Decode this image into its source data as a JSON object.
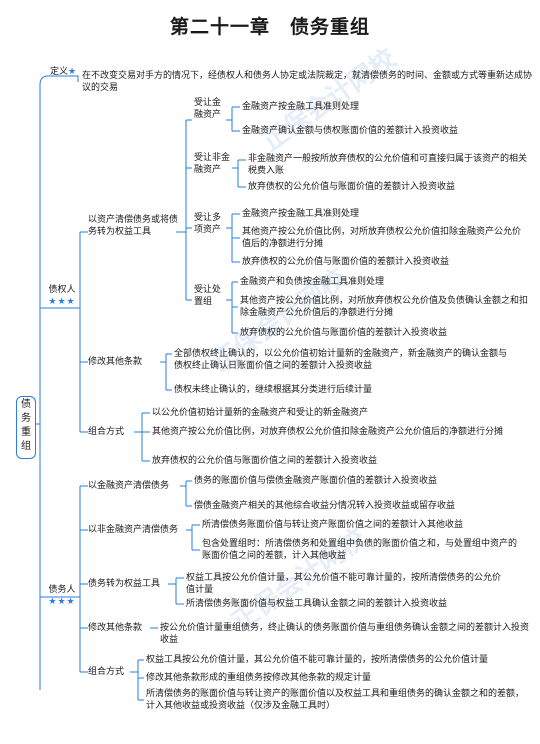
{
  "title": "第二十一章　债务重组",
  "root_label": "债务重组",
  "definition": {
    "label": "定义",
    "stars": "★",
    "text": "在不改变交易对手方的情况下，经债权人和债务人协定或法院裁定，就清偿债务的时间、金额或方式等重新达成协议的交易"
  },
  "creditor": {
    "label": "债权人",
    "stars": "★★★",
    "branches": [
      {
        "label": "以资产清偿债务或将债务转为权益工具",
        "subs": [
          {
            "label": "受让金融资产",
            "items": [
              "金融资产按金融工具准则处理",
              "金融资产确认金额与债权账面价值的差额计入投资收益"
            ]
          },
          {
            "label": "受让非金融资产",
            "items": [
              "非金融资产一般按所放弃债权的公允价值和可直接归属于该资产的相关税费入账",
              "放弃债权的公允价值与账面价值的差额计入投资收益"
            ]
          },
          {
            "label": "受让多项资产",
            "items": [
              "金融资产按金融工具准则处理",
              "其他资产按公允价值比例，对所放弃债权公允价值扣除金融资产公允价值后的净额进行分摊",
              "放弃债权的公允价值与账面价值的差额计入投资收益"
            ]
          },
          {
            "label": "受让处置组",
            "items": [
              "金融资产和负债按金融工具准则处理",
              "其他资产按公允价值比例，对所放弃债权公允价值及负债确认金额之和扣除金融资产公允价值后的净额进行分摊",
              "放弃债权的公允价值与账面价值的差额计入投资收益"
            ]
          }
        ]
      },
      {
        "label": "修改其他条款",
        "items": [
          "全部债权终止确认的，以公允价值初始计量新的金融资产，新金融资产的确认金额与债权终止确认日账面价值之间的差额计入投资收益",
          "债权未终止确认的，继续根据其分类进行后续计量"
        ]
      },
      {
        "label": "组合方式",
        "items": [
          "以公允价值初始计量新的金融资产和受让的新金融资产",
          "其他资产按公允价值比例，对放弃债权公允价值扣除金融资产公允价值后的净额进行分摊",
          "放弃债权的公允价值与账面价值之间的差额计入投资收益"
        ]
      }
    ]
  },
  "debtor": {
    "label": "债务人",
    "stars": "★★★",
    "branches": [
      {
        "label": "以金融资产清偿债务",
        "items": [
          "债务的账面价值与偿债金融资产账面价值的差额计入投资收益",
          "偿债金融资产相关的其他综合收益分情况转入投资收益或留存收益"
        ]
      },
      {
        "label": "以非金融资产清偿债务",
        "items": [
          "所清偿债务账面价值与转让资产账面价值之间的差额计入其他收益",
          "包含处置组时：所清偿债务和处置组中负债的账面价值之和，与处置组中资产的账面价值之间的差额，计入其他收益"
        ]
      },
      {
        "label": "债务转为权益工具",
        "items": [
          "权益工具按公允价值计量，其公允价值不能可靠计量的，按所清偿债务的公允价值计量",
          "所清偿债务账面价值与权益工具确认金额之间的差额计入投资收益"
        ]
      },
      {
        "label": "修改其他条款",
        "items": [
          "按公允价值计量重组债务，终止确认的债务账面价值与重组债务确认金额之间的差额计入投资收益"
        ]
      },
      {
        "label": "组合方式",
        "items": [
          "权益工具按公允价值计量，其公允价值不能可靠计量的，按所清偿债务的公允价值计量",
          "修改其他条款形成的重组债务按修改其他条款的规定计量",
          "所清偿债务的账面价值与转让资产的账面价值以及权益工具和重组债务的确认金额之和的差额，计入其他收益或投资收益（仅涉及金融工具时）"
        ]
      }
    ]
  },
  "watermark": "正保会计网校",
  "colors": {
    "line": "#2a7de1",
    "text": "#1a1a1a",
    "watermark": "#cfe0f3"
  }
}
